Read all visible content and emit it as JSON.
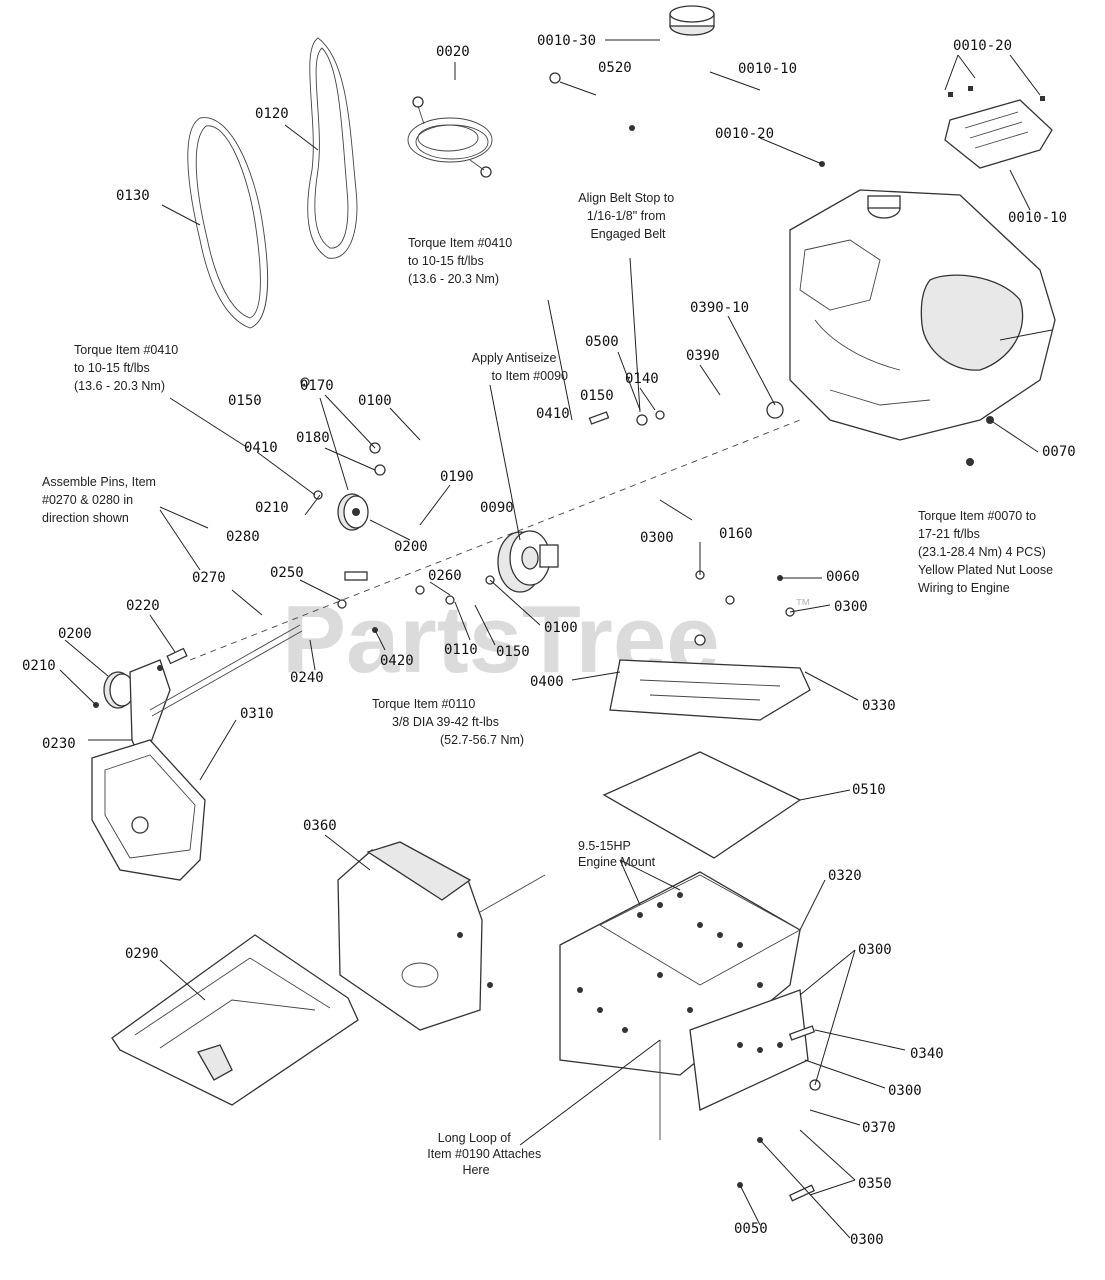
{
  "watermark": {
    "text": "PartsTree",
    "trademark": "™"
  },
  "part_labels": {
    "p0010_30": "0010-30",
    "p0010_10_top": "0010-10",
    "p0010_20_top": "0010-20",
    "p0010_20_mid": "0010-20",
    "p0010_10_right": "0010-10",
    "p0020": "0020",
    "p0520": "0520",
    "p0120": "0120",
    "p0130": "0130",
    "p0500": "0500",
    "p0140": "0140",
    "p0390_10": "0390-10",
    "p0390": "0390",
    "p0410_a": "0410",
    "p0150_a": "0150",
    "p0150_b": "0150",
    "p0170": "0170",
    "p0100_a": "0100",
    "p0410_b": "0410",
    "p0180": "0180",
    "p0190": "0190",
    "p0090": "0090",
    "p0210_a": "0210",
    "p0200_a": "0200",
    "p0280": "0280",
    "p0160": "0160",
    "p0300_a": "0300",
    "p0070": "0070",
    "p0270": "0270",
    "p0250": "0250",
    "p0260": "0260",
    "p0060": "0060",
    "p0300_b": "0300",
    "p0220": "0220",
    "p0100_b": "0100",
    "p0200_b": "0200",
    "p0110": "0110",
    "p0150_c": "0150",
    "p0420": "0420",
    "p0210_b": "0210",
    "p0240": "0240",
    "p0400": "0400",
    "p0330": "0330",
    "p0230": "0230",
    "p0310": "0310",
    "p0510": "0510",
    "p0360": "0360",
    "p0320": "0320",
    "p0290": "0290",
    "p0300_c": "0300",
    "p0340": "0340",
    "p0300_d": "0300",
    "p0370": "0370",
    "p0350": "0350",
    "p0050": "0050",
    "p0300_e": "0300"
  },
  "notes": {
    "align_belt": [
      "Align Belt Stop to",
      "1/16-1/8\" from",
      "Engaged Belt"
    ],
    "torque_0410_top": [
      "Torque Item #0410",
      "to 10-15 ft/lbs",
      "(13.6 - 20.3 Nm)"
    ],
    "torque_0410_left": [
      "Torque Item #0410",
      "to 10-15 ft/lbs",
      "(13.6 - 20.3 Nm)"
    ],
    "antiseize": [
      "Apply Antiseize",
      "to Item #0090"
    ],
    "assemble_pins": [
      "Assemble Pins, Item",
      "#0270 & 0280 in",
      "direction shown"
    ],
    "torque_0070": [
      "Torque Item #0070 to",
      "17-21 ft/lbs",
      "(23.1-28.4 Nm) 4 PCS)",
      "Yellow Plated Nut Loose",
      "Wiring to Engine"
    ],
    "torque_0110": [
      "Torque Item #0110",
      "3/8 DIA 39-42 ft-lbs",
      "(52.7-56.7 Nm)"
    ],
    "engine_mount": [
      "9.5-15HP",
      "Engine Mount"
    ],
    "long_loop": [
      "Long Loop of",
      "Item #0190 Attaches",
      "Here"
    ]
  }
}
